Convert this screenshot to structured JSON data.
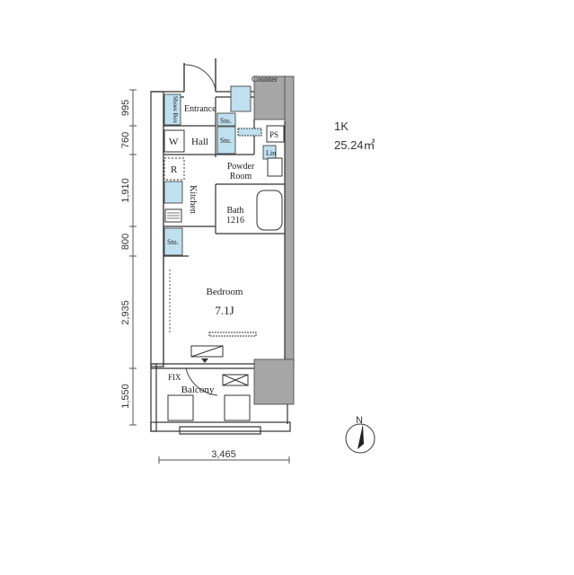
{
  "unit_info": {
    "type": "1K",
    "area": "25.24㎡"
  },
  "rooms": {
    "counter": "Counter",
    "shoes_box": "Shoes Box",
    "entrance": "Entrance",
    "storage_1": "Sto.",
    "hall": "Hall",
    "storage_2": "Sto.",
    "ps": "PS",
    "washer": "W",
    "refrigerator": "R",
    "powder_room_1": "Powder",
    "powder_room_2": "Room",
    "linen": "Lin",
    "kitchen": "Kitchen",
    "bath_1": "Bath",
    "bath_2": "1216",
    "storage_3": "Sto.",
    "bedroom": "Bedroom",
    "bedroom_size": "7.1J",
    "fix": "FIX",
    "balcony": "Balcony"
  },
  "dimensions": {
    "vertical": [
      "995",
      "760",
      "1,910",
      "800",
      "2,935",
      "1,550"
    ],
    "horizontal": "3,465"
  },
  "compass": {
    "label": "N"
  },
  "colors": {
    "fixture_fill": "#bfe0ef",
    "wall_gray": "#a6a6a6",
    "line": "#333333"
  }
}
